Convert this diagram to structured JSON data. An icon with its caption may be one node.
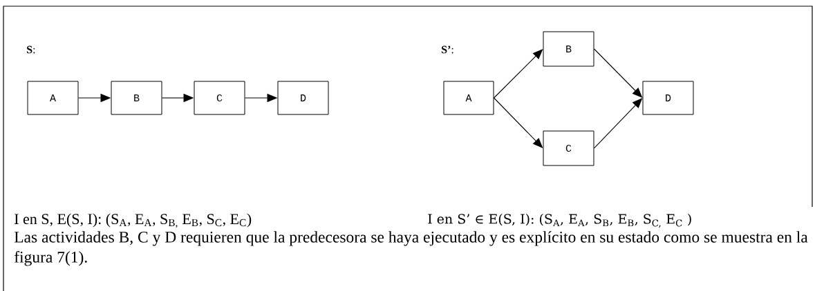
{
  "diagram": {
    "nodes": [
      {
        "text": [
          "A"
        ]
      },
      {
        "text": [
          "B"
        ]
      },
      {
        "text": [
          "C"
        ]
      },
      {
        "text": [
          "D"
        ]
      },
      {
        "text": [
          "A"
        ]
      },
      {
        "text": [
          "B"
        ]
      },
      {
        "text": [
          "C"
        ]
      },
      {
        "text": [
          "D"
        ]
      }
    ],
    "edges": [
      {
        "from": 0,
        "to": 1,
        "arrow": "to"
      },
      {
        "from": 1,
        "to": 2,
        "arrow": "to"
      },
      {
        "from": 2,
        "to": 3,
        "arrow": "to"
      },
      {
        "from": 4,
        "to": 5,
        "arrow": "to"
      },
      {
        "from": 4,
        "to": 6,
        "arrow": "to"
      },
      {
        "from": 5,
        "to": 7,
        "arrow": "to"
      },
      {
        "from": 6,
        "to": 7,
        "arrow": "to"
      }
    ],
    "labels": [
      "**S**:",
      "**S’**:",
      "I en S, E(S, I): (S$_{A}$, E$_{A}$, S$_{B,}$ E$_{B}$, S$_{C}$, E$_{C}$)",
      "I en S’ ∈ E(S, I): (S$_{A}$, E$_{A}$, S$_{B}$, E$_{B}$, S$_{C,}$ E$_{C}$ )",
      "Las actividades B, C y D requieren que la predecesora se haya ejecutado y es explícito en su estado como se muestra en la figura 7(1)."
    ]
  }
}
